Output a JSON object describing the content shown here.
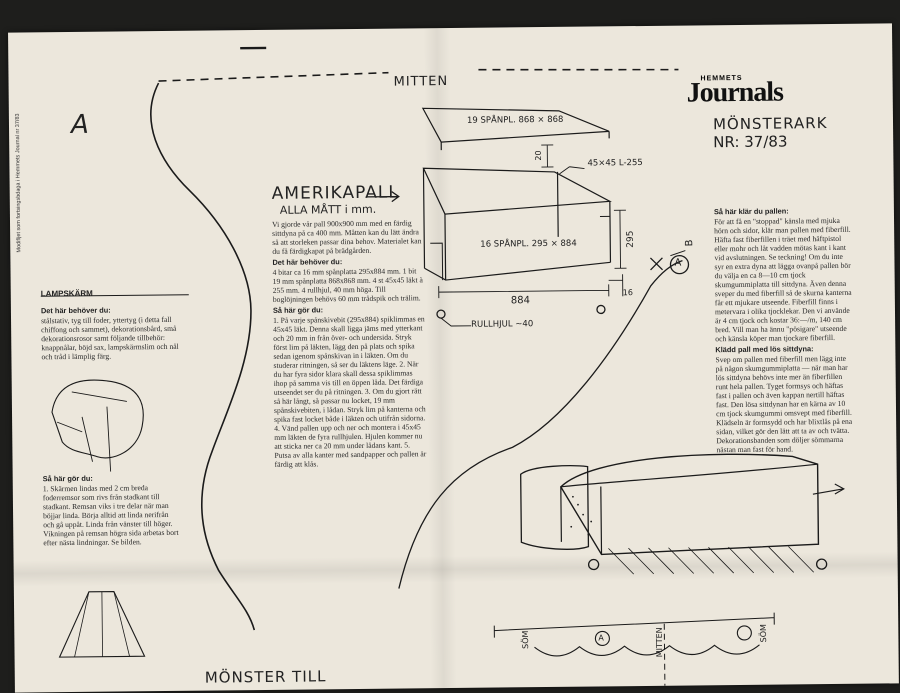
{
  "pattern_marks": {
    "mitten_top": "MITTEN",
    "piece_letter": "A",
    "side_caption": "Modifljet som fortsingsbdaga i Hemmets Journal nr 37/83",
    "title_bottom": "MÖNSTER TILL",
    "som_left": "SÖM",
    "som_right": "SÖM",
    "mitten_bottom": "MITTEN",
    "circle_a": "A"
  },
  "masthead": {
    "small": "HEMMETS",
    "big": "Journals",
    "sheet_label": "MÖNSTERARK",
    "number": "NR: 37/83"
  },
  "drawing_labels": {
    "top_board": "19 SPÅNPL. 868 × 868",
    "side_board": "16 SPÅNPL. 295 × 884",
    "list_dim": "45×45  L-255",
    "dim_20": "20",
    "dim_295": "295",
    "dim_884": "884",
    "dim_16": "16",
    "wheel": "RULLHJUL ~40",
    "circle_a": "A",
    "b_mark": "B"
  },
  "amerikapall": {
    "title": "AMERIKAPALL",
    "subtitle": "ALLA MÅTT i mm.",
    "intro": "Vi gjorde vår pall 900x900 mm med en färdig sittdyna på ca 400 mm. Måtten kan du lätt ändra så att storleken passar dina behov. Materialet kan du få färdigkapat på brädgården.",
    "needs_head": "Det här behöver du:",
    "needs": "4 bitar ca 16 mm spånplatta 295x884 mm. 1 bit 19 mm spånplatta 868x868 mm. 4 st 45x45 läkt à 255 mm. 4 rullhjul, 40 mm höga. Till boglöjningen behövs 60 mm trådspik och trälim.",
    "steps_head": "Så här gör du:",
    "steps": "1. På varje spånskivebit (295x884) spiklimmas en 45x45 läkt. Denna skall ligga jäms med ytterkant och 20 mm in från över- och undersida. Stryk först lim på läkten, lägg den på plats och spika sedan igenom spånskivan in i läkten. Om du studerar ritningen, så ser du läktens läge. 2. När du har fyra sidor klara skall dessa spiklimmas ihop på samma vis till en öppen låda. Det färdiga utseendet ser du på ritningen. 3. Om du gjort rätt så här långt, så passar nu locket, 19 mm spånskivebiten, i lådan. Stryk lim på kanterna och spika fast locket både i läkten och utifrån sidorna. 4. Vänd pallen upp och ner och montera i 45x45 mm läkten de fyra rullhjulen. Hjulen kommer nu att sticka ner ca 20 mm under lådans kant. 5. Putsa av alla kanter med sandpapper och pallen är färdig att klås."
  },
  "lampskarm": {
    "title": "LAMPSKÄRM",
    "needs_head": "Det här behöver du:",
    "needs": "stålstativ, tyg till foder, yttertyg (i detta fall chiffong och sammet), dekorationsbård, små dekorationsrosor samt följande tillbehör: knappnålar, böjd sax, lampskärmslim och nål och tråd i lämplig färg.",
    "steps_head": "Så här gör du:",
    "steps": "1. Skärmen lindas med 2 cm breda foderremsor som rivs från stadkant till stadkant. Remsan viks i tre delar när man böjjar linda. Börja alltid att linda nerifrån och gå uppåt. Linda från vänster till höger. Vikningen på remsan högra sida arbetas bort efter nästa lindningar. Se bilden."
  },
  "pallen": {
    "head1": "Så här klär du pallen:",
    "text1": "För att få en \"stoppad\" känsla med mjuka hörn och sidor, klär man pallen med fiberfill. Häfta fast fiberfillen i träet med häftpistol eller mohr och låt vadden mötas kant i kant vid avslutningen. Se teckning! Om du inte syr en extra dyna att lägga ovanpå pallen bör du välja en ca 8—10 cm tjock skumgummiplatta till sittdyna. Även denna sveper du med fiberfill så de skurna kanterna får ett mjukare utseende. Fiberfill finns i metervara i olika tjocklekar. Den vi använde är 4 cm tjock och kostar 36:—/m, 140 cm bred. Vill man ha ännu \"pösigare\" utseende och känsla köper man tjockare fiberfill.",
    "head2": "Klädd pall med lös sittdyna:",
    "text2": "Svep om pallen med fiberfill men lägg inte på någon skumgummiplatta — när man har lös sittdyna behövs inte mer än fiberfillen runt hela pallen. Tyget formsys och häftas fast i pallen och även kappan nertill häftas fast. Den lösa sittdynan har en kärna av 10 cm tjock skumgummi omsvept med fiberfill. Klädseln är formsydd och har blixtlås på ena sidan, vilket gör den lätt att ta av och tvätta. Dekorationsbanden som döljer sömmarna nästan man fast för hand."
  },
  "colors": {
    "paper": "#ece7dc",
    "ink": "#1b1b1b",
    "background": "#1e1e1c"
  }
}
